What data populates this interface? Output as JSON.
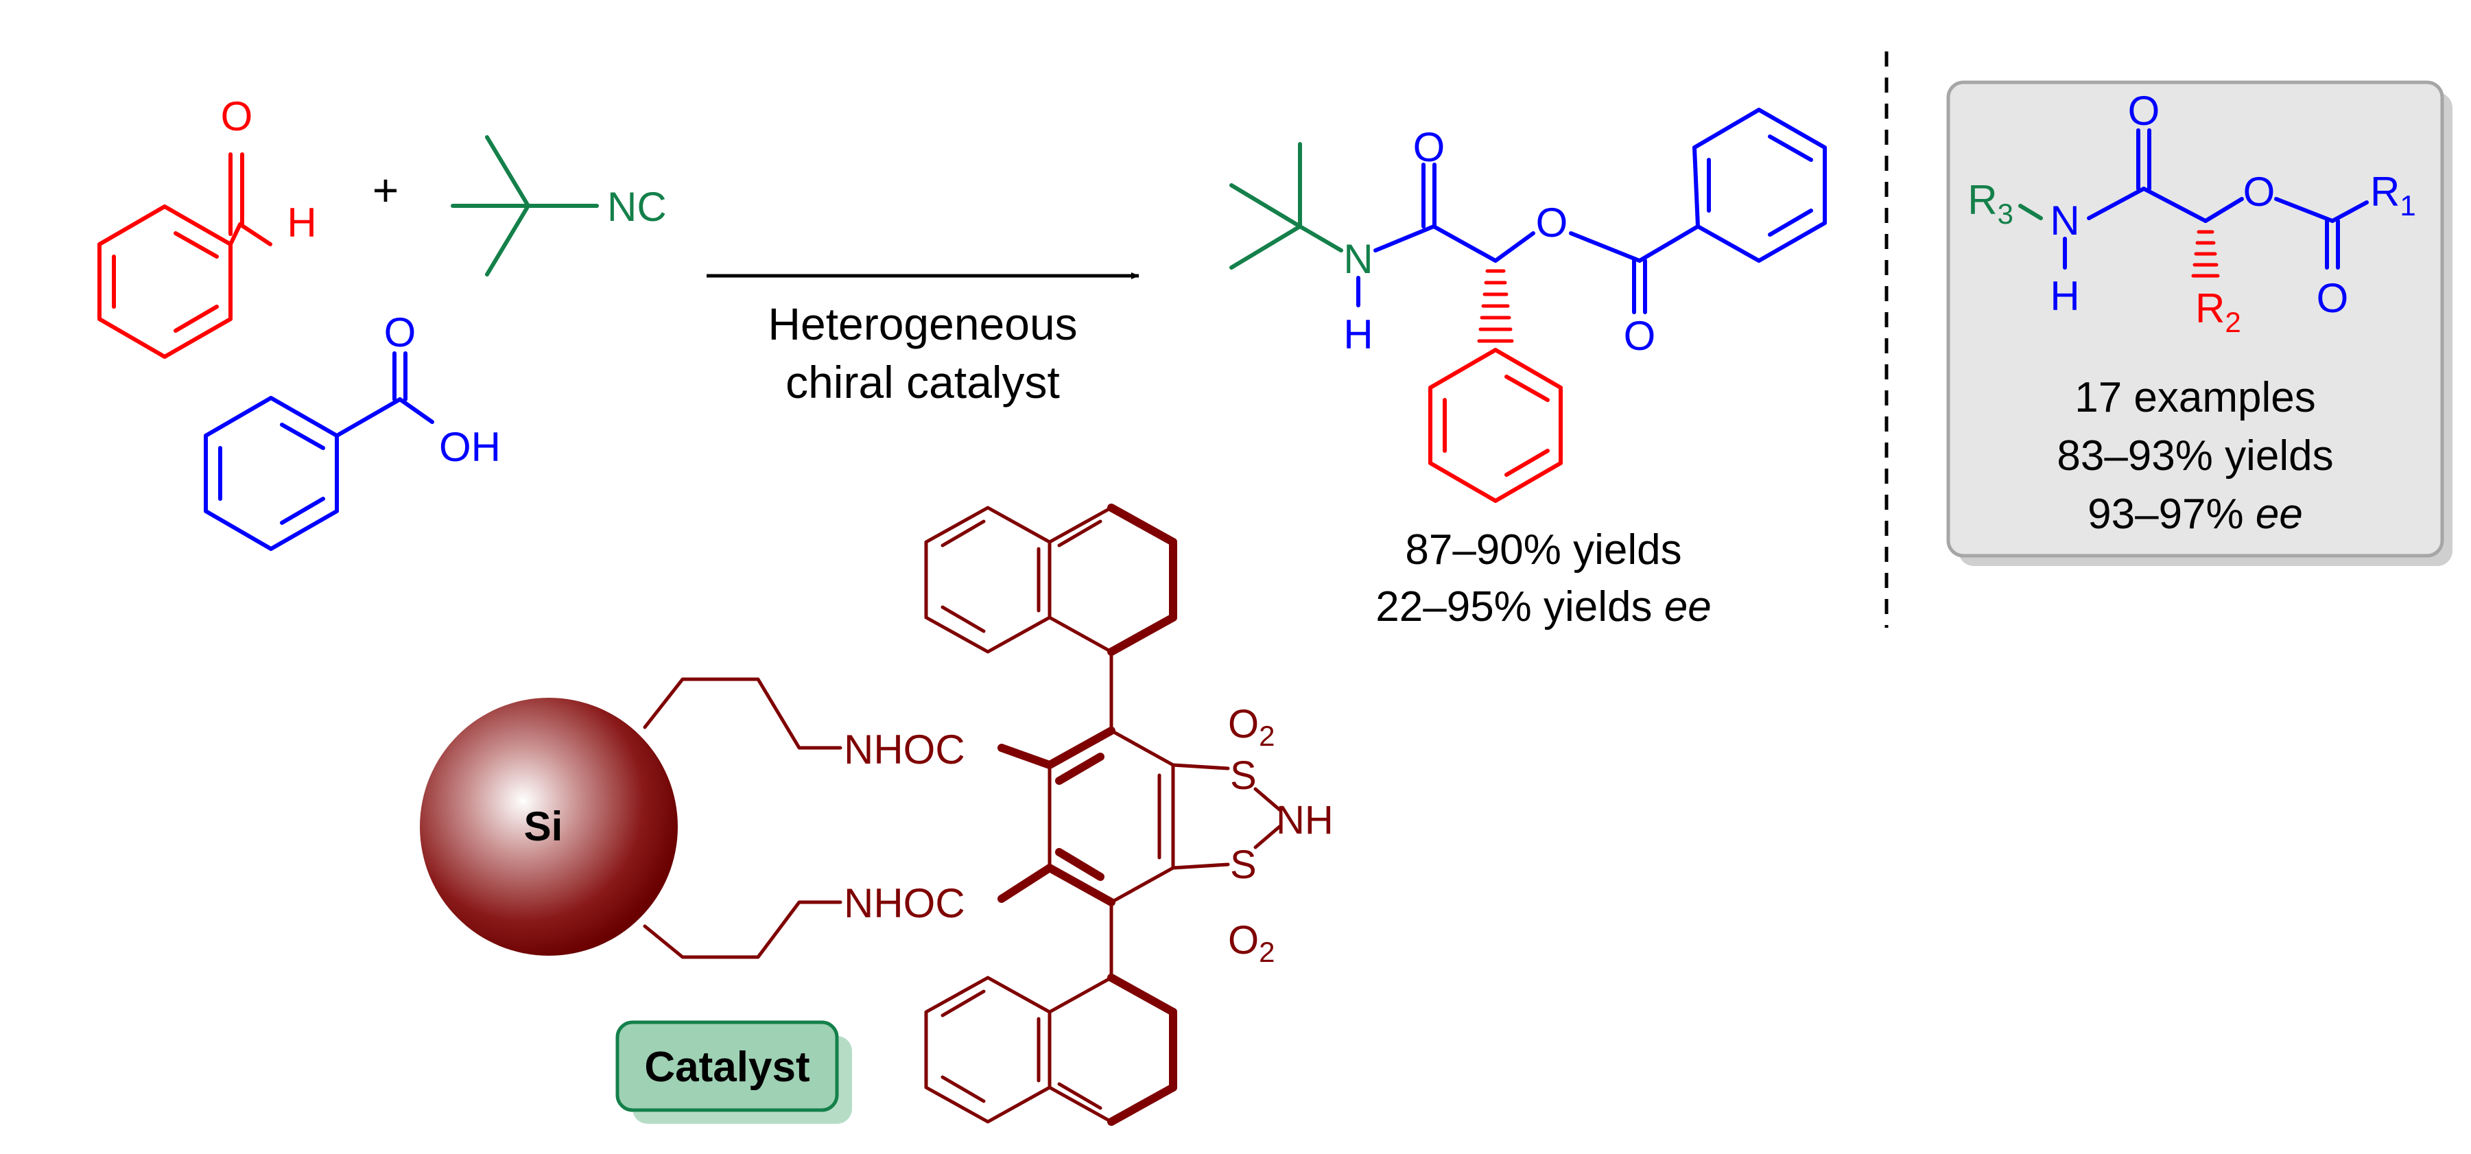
{
  "colors": {
    "aldehyde": "#ff0000",
    "isocyanide": "#14804a",
    "acid": "#0000ff",
    "catalyst": "#7f0000",
    "arrow": "#000000",
    "scope_box_fill": "#e6e6e6",
    "catalyst_tag_fill": "#9fd1b4"
  },
  "reaction": {
    "plus_sign": "+",
    "aldehyde": {
      "O": "O",
      "H": "H"
    },
    "isocyanide": {
      "NC": "NC"
    },
    "acid": {
      "O": "O",
      "OH": "OH"
    },
    "arrow_label_line1": "Heterogeneous",
    "arrow_label_line2": "chiral catalyst"
  },
  "product": {
    "N": "N",
    "H": "H",
    "O_amide": "O",
    "O_ester": "O",
    "O_carbonyl": "O",
    "yields": "87–90% yields",
    "ee_prefix": "22–95% yields ",
    "ee_italic": "ee"
  },
  "scope": {
    "R3": "R",
    "R3_sub": "3",
    "N": "N",
    "H": "H",
    "O_amide": "O",
    "O_ester": "O",
    "O_carbonyl": "O",
    "R2": "R",
    "R2_sub": "2",
    "R1": "R",
    "R1_sub": "1",
    "examples": "17 examples",
    "yields": "83–93% yields",
    "ee_prefix": "93–97% ",
    "ee_italic": "ee"
  },
  "catalyst": {
    "Si": "Si",
    "NHOC_top": "NHOC",
    "NHOC_bottom": "NHOC",
    "O2_top": "O",
    "O2_top_sub": "2",
    "O2_bottom": "O",
    "O2_bottom_sub": "2",
    "S_top": "S",
    "S_bottom": "S",
    "NH": "NH",
    "tag": "Catalyst"
  }
}
